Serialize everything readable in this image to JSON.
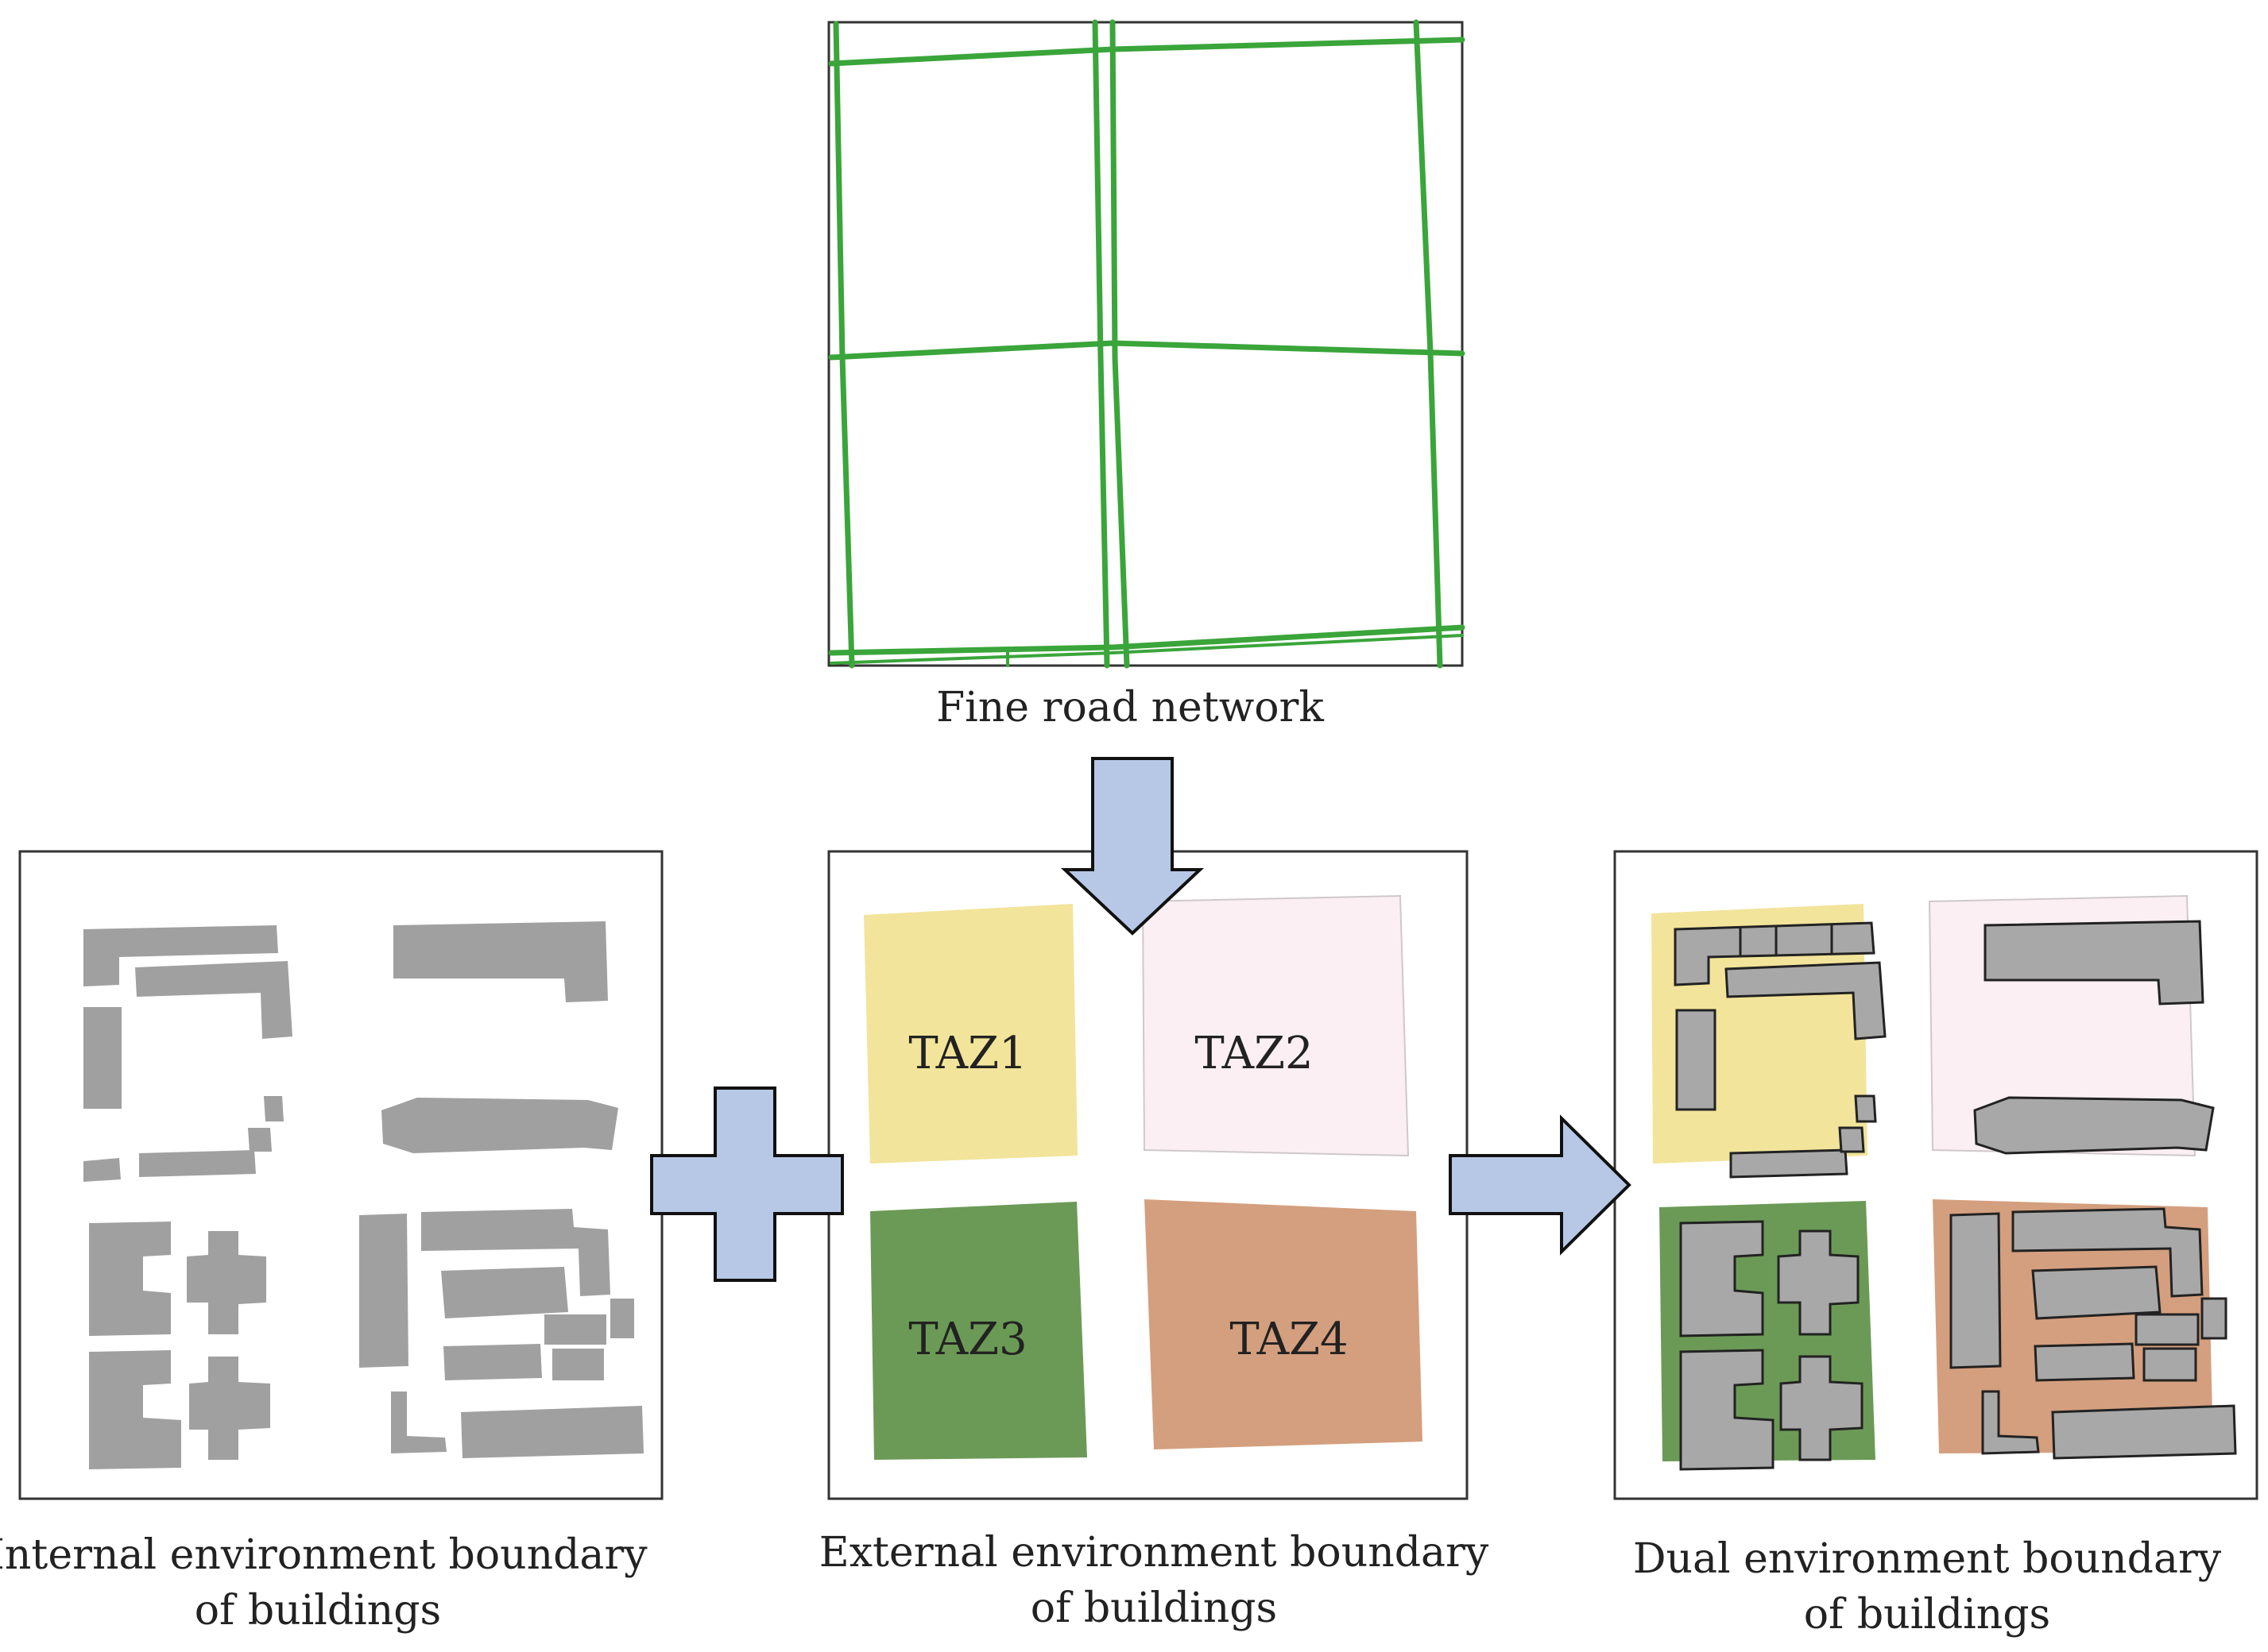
{
  "captions": {
    "road_network": "Fine road network",
    "internal_line1": "Internal environment boundary",
    "internal_line2": "of buildings",
    "external_line1": "External environment boundary",
    "external_line2": "of buildings",
    "dual_line1": "Dual environment boundary",
    "dual_line2": "of buildings"
  },
  "zones": [
    {
      "label": "TAZ1",
      "color": "#f2e49a"
    },
    {
      "label": "TAZ2",
      "color": "#fbeff3"
    },
    {
      "label": "TAZ3",
      "color": "#6b9a56"
    },
    {
      "label": "TAZ4",
      "color": "#d49f7e"
    }
  ],
  "colors": {
    "road": "#3aa53a",
    "building": "#a0a0a0",
    "building_dual": "#a8a8a8",
    "arrow": "#b7c8e6",
    "frame": "#333333"
  }
}
